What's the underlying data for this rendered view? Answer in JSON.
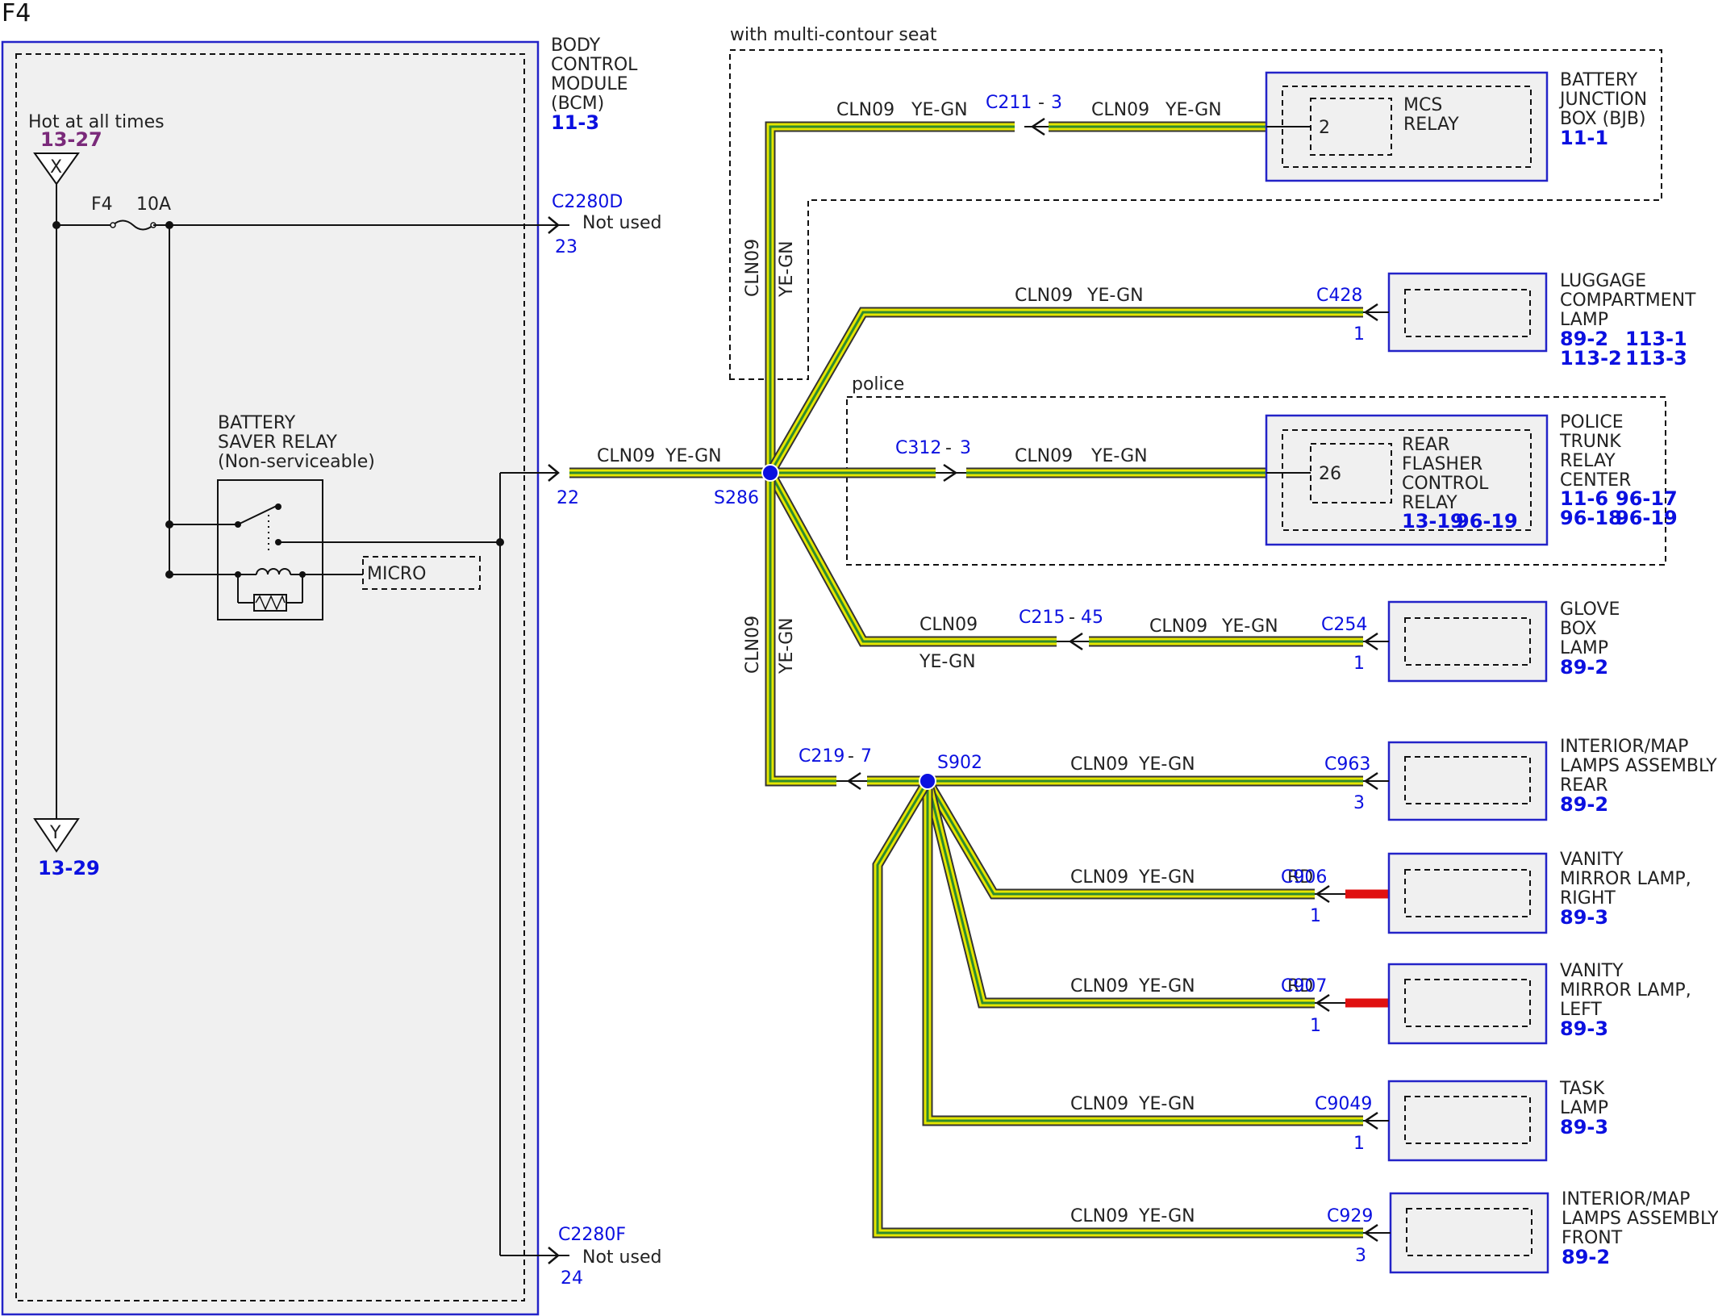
{
  "page": {
    "label": "F4"
  },
  "bcm": {
    "lines": [
      "BODY",
      "CONTROL",
      "MODULE",
      "(BCM)"
    ],
    "ref": "11-3",
    "hot_label": "Hot at all times",
    "hot_ref": "13-27",
    "x_label": "X",
    "y_label": "Y",
    "y_ref": "13-29",
    "fuse_label": "F4",
    "fuse_rating": "10A",
    "relay_lines": [
      "BATTERY",
      "SAVER RELAY",
      "(Non-serviceable)"
    ],
    "micro_label": "MICRO",
    "c2280d": "C2280D",
    "c2280d_pin": "23",
    "c2280d_status": "Not used",
    "pin22": "22",
    "c2280f": "C2280F",
    "c2280f_pin": "24",
    "c2280f_status": "Not used"
  },
  "wiring": {
    "circuit": "CLN09",
    "color": "YE-GN",
    "rd": "RD",
    "multi_contour_label": "with multi-contour seat",
    "police_label": "police",
    "s286": "S286",
    "s902": "S902",
    "c211": "C211",
    "c211_pin": "3",
    "c312": "C312",
    "c312_pin": "3",
    "c215": "C215",
    "c215_pin": "45",
    "c219": "C219",
    "c219_pin": "7"
  },
  "components": [
    {
      "id": "bjb",
      "connector": "",
      "pin": "",
      "lines": [
        "BATTERY",
        "JUNCTION",
        "BOX (BJB)"
      ],
      "refs": [
        "11-1"
      ],
      "inner_pin": "2",
      "inner_lines": [
        "MCS",
        "RELAY"
      ]
    },
    {
      "id": "luggage",
      "connector": "C428",
      "pin": "1",
      "lines": [
        "LUGGAGE",
        "COMPARTMENT",
        "LAMP"
      ],
      "refs": [
        "89-2",
        "113-1",
        "113-2",
        "113-3"
      ]
    },
    {
      "id": "police",
      "connector": "",
      "pin": "",
      "lines": [
        "POLICE",
        "TRUNK",
        "RELAY",
        "CENTER"
      ],
      "refs": [
        "11-6",
        "96-17",
        "96-18",
        "96-19"
      ],
      "inner_pin": "26",
      "inner_lines": [
        "REAR",
        "FLASHER",
        "CONTROL",
        "RELAY"
      ],
      "inner_refs": [
        "13-19",
        "96-19"
      ]
    },
    {
      "id": "glovebox",
      "connector": "C254",
      "pin": "1",
      "lines": [
        "GLOVE",
        "BOX",
        "LAMP"
      ],
      "refs": [
        "89-2"
      ]
    },
    {
      "id": "interior_rear",
      "connector": "C963",
      "pin": "3",
      "lines": [
        "INTERIOR/MAP",
        "LAMPS ASSEMBLY,",
        "REAR"
      ],
      "refs": [
        "89-2"
      ]
    },
    {
      "id": "vanity_right",
      "connector": "C906",
      "pin": "1",
      "lines": [
        "VANITY",
        "MIRROR LAMP,",
        "RIGHT"
      ],
      "refs": [
        "89-3"
      ]
    },
    {
      "id": "vanity_left",
      "connector": "C907",
      "pin": "1",
      "lines": [
        "VANITY",
        "MIRROR LAMP,",
        "LEFT"
      ],
      "refs": [
        "89-3"
      ]
    },
    {
      "id": "task",
      "connector": "C9049",
      "pin": "1",
      "lines": [
        "TASK",
        "LAMP"
      ],
      "refs": [
        "89-3"
      ]
    },
    {
      "id": "interior_front",
      "connector": "C929",
      "pin": "3",
      "lines": [
        "INTERIOR/MAP",
        "LAMPS ASSEMBLY,",
        "FRONT"
      ],
      "refs": [
        "89-2"
      ]
    }
  ],
  "colors": {
    "wire_yellow": "#e4e600",
    "wire_green": "#2f8a2f",
    "wire_red": "#e01010",
    "label_blue": "#0b10e0",
    "ref_purple": "#7a2a7a",
    "splice_blue": "#0b10e0",
    "box_fill": "#f0f0f0"
  }
}
